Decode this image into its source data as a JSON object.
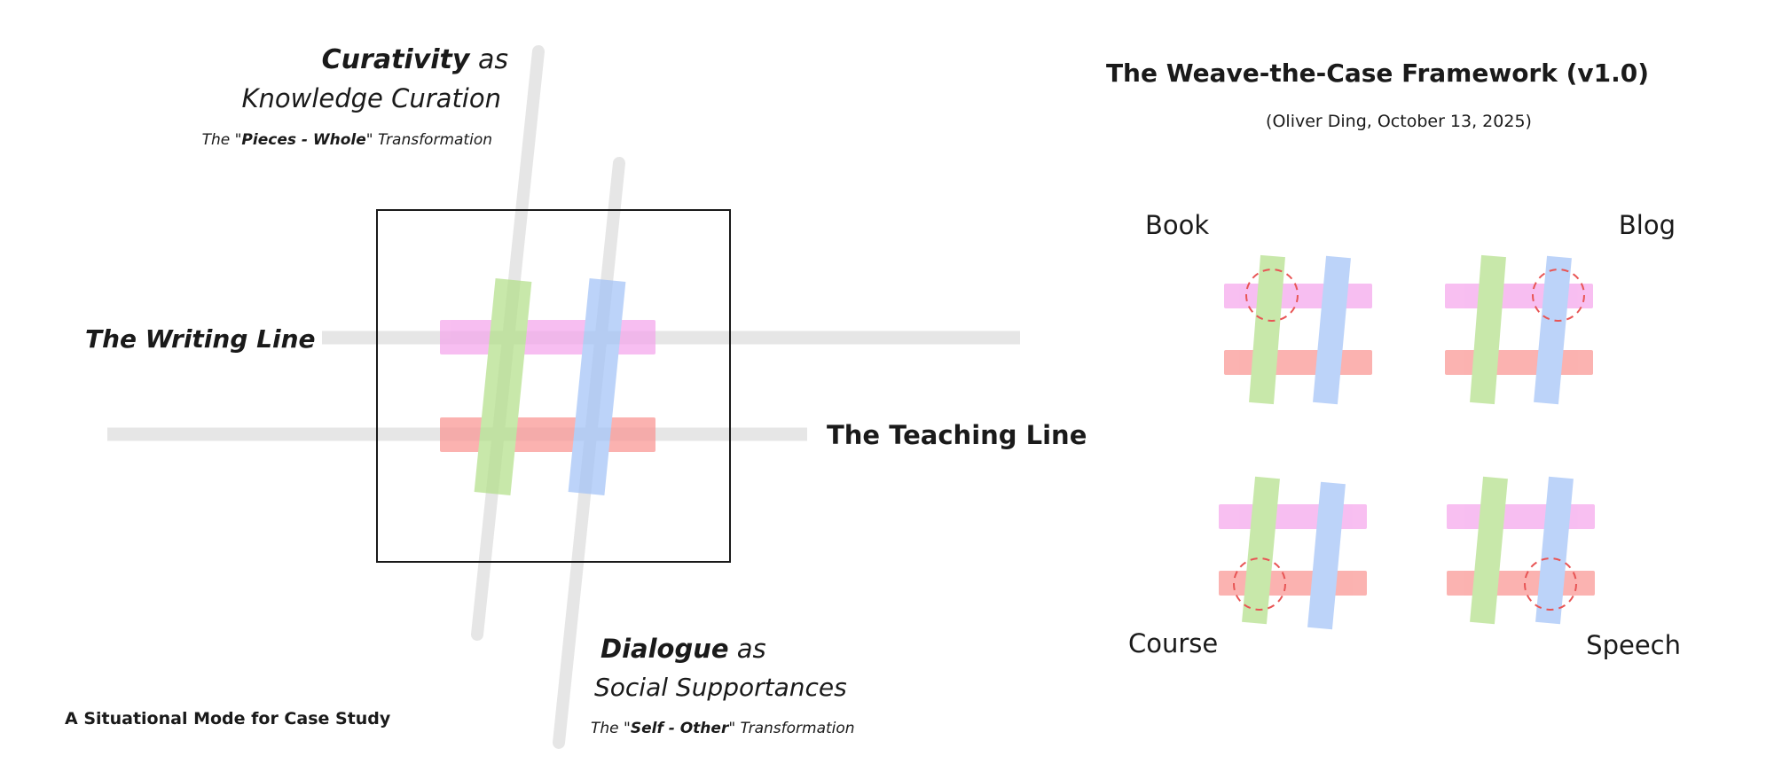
{
  "left": {
    "curativity": {
      "bold": "Curativity",
      "rest": " as",
      "line2": "Knowledge Curation",
      "sub_pre": "The \"",
      "sub_bold": "Pieces - Whole",
      "sub_post": "\" Transformation"
    },
    "dialogue": {
      "bold": "Dialogue",
      "rest": " as",
      "line2": "Social Supportances",
      "sub_pre": "The \"",
      "sub_bold": "Self - Other",
      "sub_post": "\" Transformation"
    },
    "writing_line": "The Writing Line",
    "teaching_line": "The Teaching Line",
    "caption": "A Situational Mode for Case Study"
  },
  "right": {
    "title": "The Weave-the-Case Framework (v1.0)",
    "subtitle": "(Oliver Ding, October 13, 2025)",
    "labels": {
      "book": "Book",
      "blog": "Blog",
      "course": "Course",
      "speech": "Speech"
    }
  },
  "colors": {
    "guide": "#e6e6e6",
    "pink": "#f5a6ec",
    "red": "#fa9593",
    "green": "#b4e08a",
    "blue": "#a3c3f7",
    "circle": "#e85555"
  }
}
